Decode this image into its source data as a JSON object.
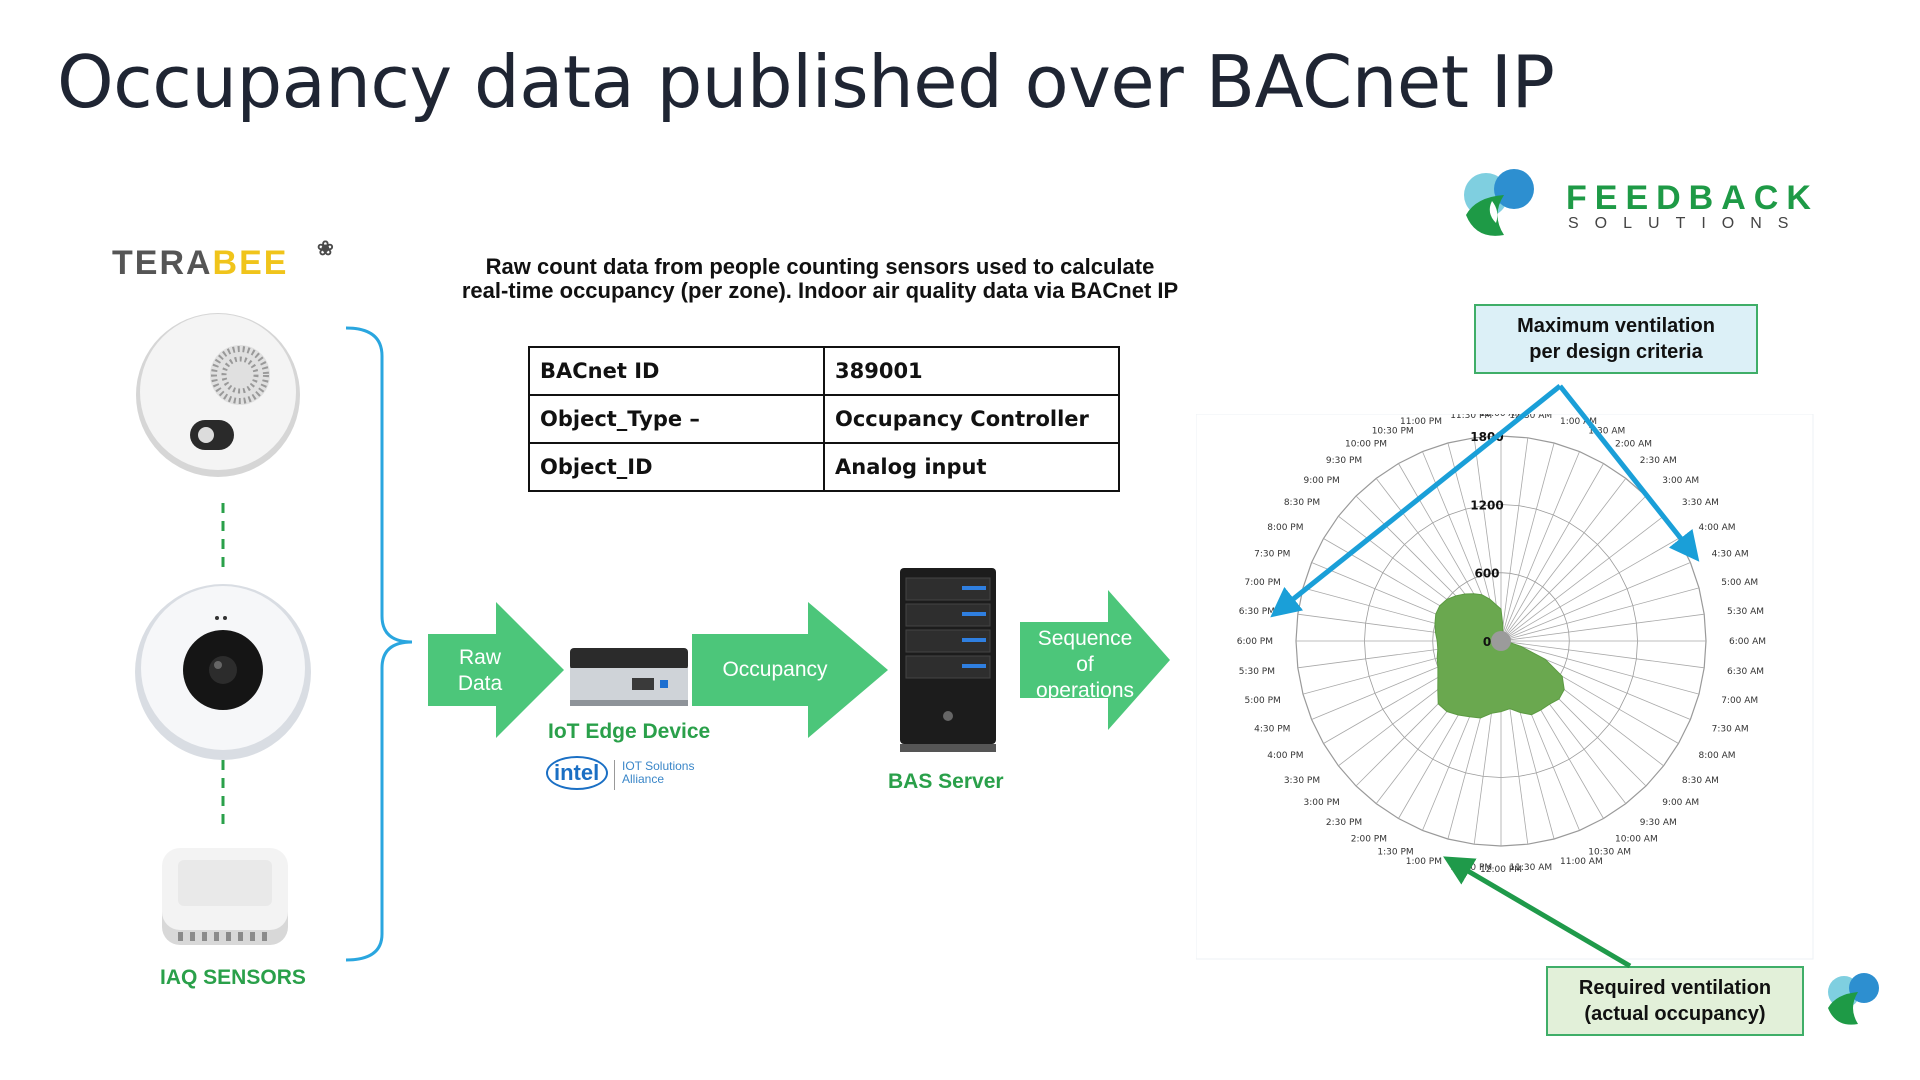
{
  "slide": {
    "title": "Occupancy data published over BACnet IP",
    "caption_line1": "Raw count data from people counting sensors used to calculate",
    "caption_line2": "real-time occupancy (per zone). Indoor air quality data via BACnet IP"
  },
  "brand": {
    "terabee": "TERABEE",
    "feedback_name": "FEEDBACK",
    "feedback_sub": "SOLUTIONS"
  },
  "table": {
    "rows": [
      {
        "key": "BACnet ID",
        "value": "389001"
      },
      {
        "key": "Object_Type –",
        "value": "Occupancy Controller"
      },
      {
        "key": "Object_ID",
        "value": "Analog input"
      }
    ]
  },
  "flow": {
    "arrow1": [
      "Raw",
      "Data"
    ],
    "arrow2": "Occupancy",
    "arrow3": [
      "Sequence",
      "of",
      "operations"
    ],
    "iot_label": "IoT Edge Device",
    "intel": "intel",
    "intel_alliance": [
      "IOT Solutions",
      "Alliance"
    ],
    "bas_label": "BAS Server",
    "iaq_label": "IAQ SENSORS"
  },
  "callouts": {
    "max": [
      "Maximum ventilation",
      "per design criteria"
    ],
    "required": [
      "Required ventilation",
      "(actual occupancy)"
    ]
  },
  "colors": {
    "flow_green": "#4cc67a",
    "label_green": "#2aa04a",
    "bracket_blue": "#2aa6df",
    "arrow_blue": "#1a9fd8",
    "arrow_green": "#1f9a4a",
    "radar_fill": "#6aa84f",
    "callout_blue_bg": "#dcf0f7",
    "callout_green_bg": "#e2f0d9"
  },
  "chart_data": {
    "type": "radar",
    "radial_ticks": [
      "0",
      "600",
      "1200",
      "1800"
    ],
    "rmax": 1800,
    "time_labels": [
      "12:00 AM",
      "12:30 AM",
      "1:00 AM",
      "1:30 AM",
      "2:00 AM",
      "2:30 AM",
      "3:00 AM",
      "3:30 AM",
      "4:00 AM",
      "4:30 AM",
      "5:00 AM",
      "5:30 AM",
      "6:00 AM",
      "6:30 AM",
      "7:00 AM",
      "7:30 AM",
      "8:00 AM",
      "8:30 AM",
      "9:00 AM",
      "9:30 AM",
      "10:00 AM",
      "10:30 AM",
      "11:00 AM",
      "11:30 AM",
      "12:00 PM",
      "12:30 PM",
      "1:00 PM",
      "1:30 PM",
      "2:00 PM",
      "2:30 PM",
      "3:00 PM",
      "3:30 PM",
      "4:00 PM",
      "4:30 PM",
      "5:00 PM",
      "5:30 PM",
      "6:00 PM",
      "6:30 PM",
      "7:00 PM",
      "7:30 PM",
      "8:00 PM",
      "8:30 PM",
      "9:00 PM",
      "9:30 PM",
      "10:00 PM",
      "10:30 PM",
      "11:00 PM",
      "11:30 PM"
    ],
    "series": [
      {
        "values": [
          280,
          130,
          60,
          40,
          30,
          30,
          30,
          30,
          30,
          30,
          30,
          30,
          35,
          60,
          180,
          420,
          620,
          700,
          720,
          700,
          700,
          700,
          650,
          600,
          620,
          640,
          700,
          720,
          750,
          780,
          780,
          700,
          640,
          600,
          580,
          560,
          560,
          580,
          600,
          620,
          620,
          600,
          560,
          520,
          480,
          440,
          380,
          320
        ]
      }
    ]
  }
}
